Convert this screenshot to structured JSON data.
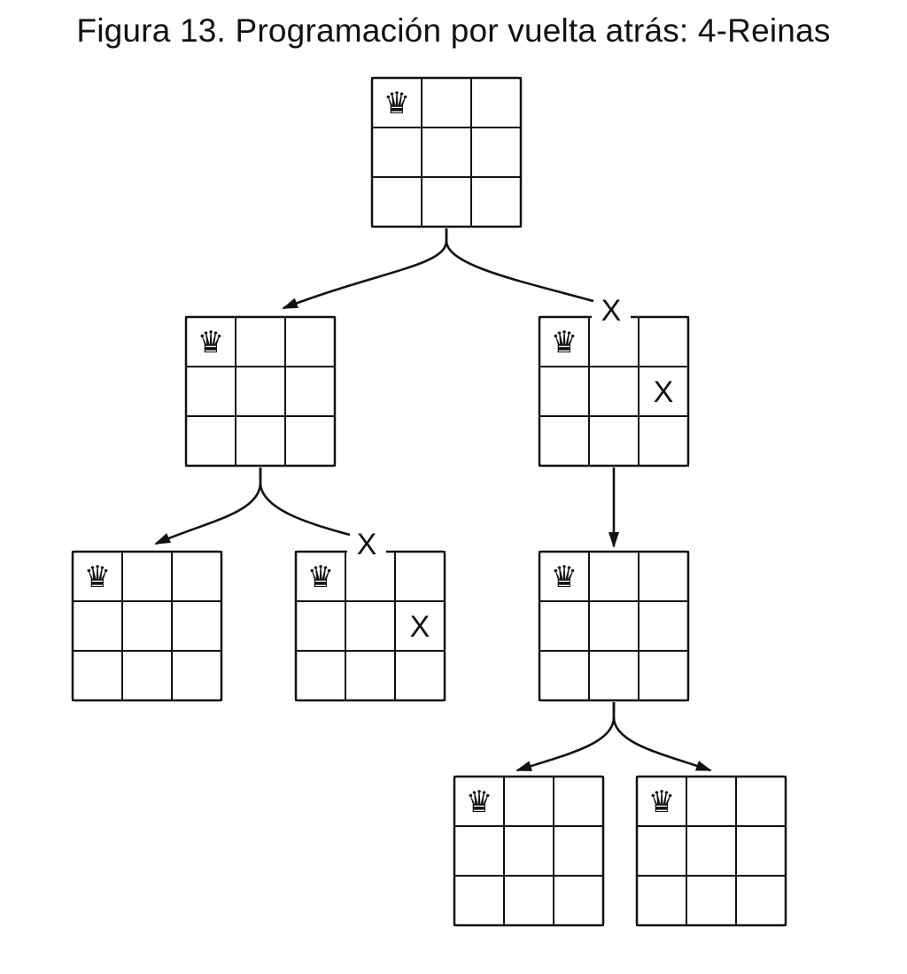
{
  "title": "Figura 13. Programación por vuelta atrás: 4-Reinas",
  "queen_symbol": "♛",
  "cross_symbol": "X",
  "ink_color": "#111111",
  "icons": {
    "queen": "queen-icon",
    "cross": "cross-icon",
    "arrow": "arrow-head-icon"
  },
  "tree": {
    "nodes": [
      {
        "id": "root",
        "rows": 3,
        "cols": 3,
        "queens": [
          [
            0,
            0
          ]
        ],
        "crosses": []
      },
      {
        "id": "n1",
        "rows": 3,
        "cols": 3,
        "queens": [
          [
            0,
            0
          ]
        ],
        "crosses": []
      },
      {
        "id": "n2",
        "rows": 3,
        "cols": 3,
        "queens": [
          [
            0,
            0
          ]
        ],
        "crosses": [
          [
            1,
            2
          ]
        ]
      },
      {
        "id": "n3",
        "rows": 3,
        "cols": 3,
        "queens": [
          [
            0,
            0
          ]
        ],
        "crosses": []
      },
      {
        "id": "n4",
        "rows": 3,
        "cols": 3,
        "queens": [
          [
            0,
            0
          ]
        ],
        "crosses": [
          [
            1,
            2
          ]
        ]
      },
      {
        "id": "n5",
        "rows": 3,
        "cols": 3,
        "queens": [
          [
            0,
            0
          ]
        ],
        "crosses": []
      },
      {
        "id": "n6",
        "rows": 3,
        "cols": 3,
        "queens": [
          [
            0,
            0
          ]
        ],
        "crosses": []
      },
      {
        "id": "n7",
        "rows": 3,
        "cols": 3,
        "queens": [
          [
            0,
            0
          ]
        ],
        "crosses": []
      }
    ],
    "edges": [
      {
        "from": "root",
        "to": "n1",
        "pruned": false
      },
      {
        "from": "root",
        "to": "n2",
        "pruned": true
      },
      {
        "from": "n1",
        "to": "n3",
        "pruned": false
      },
      {
        "from": "n1",
        "to": "n4",
        "pruned": true
      },
      {
        "from": "n2",
        "to": "n5",
        "pruned": false
      },
      {
        "from": "n5",
        "to": "n6",
        "pruned": false
      },
      {
        "from": "n5",
        "to": "n7",
        "pruned": false
      }
    ]
  }
}
